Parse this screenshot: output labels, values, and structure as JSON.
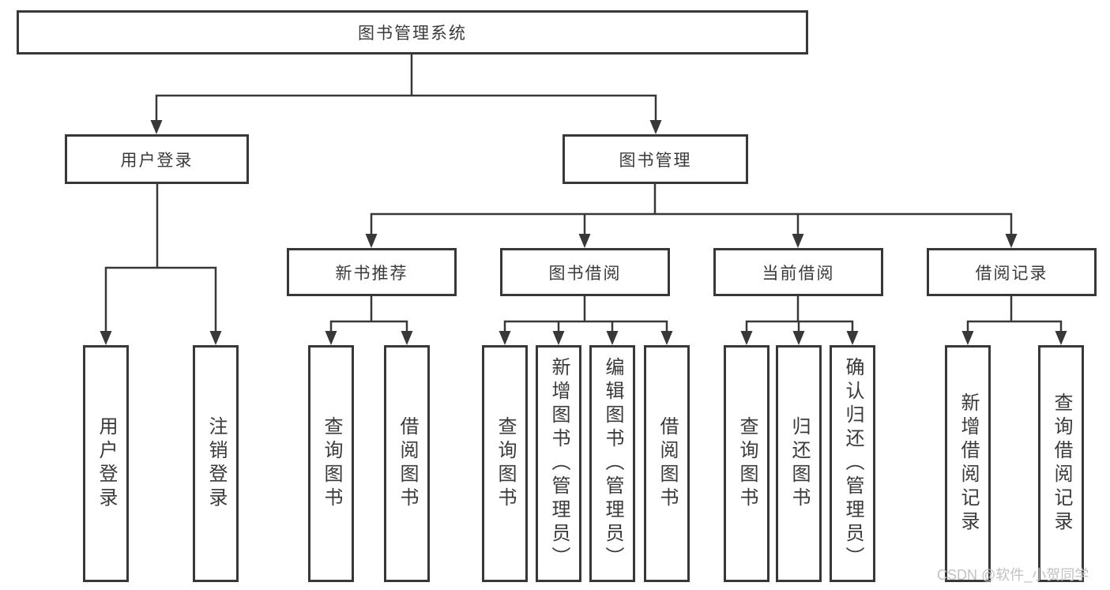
{
  "tree": {
    "label": "图书管理系统",
    "children": [
      {
        "label": "用户登录",
        "children": [
          {
            "label": "用户登录"
          },
          {
            "label": "注销登录"
          }
        ]
      },
      {
        "label": "图书管理",
        "children": [
          {
            "label": "新书推荐",
            "children": [
              {
                "label": "查询图书"
              },
              {
                "label": "借阅图书"
              }
            ]
          },
          {
            "label": "图书借阅",
            "children": [
              {
                "label": "查询图书"
              },
              {
                "label": "新增图书（管理员）"
              },
              {
                "label": "编辑图书（管理员）"
              },
              {
                "label": "借阅图书"
              }
            ]
          },
          {
            "label": "当前借阅",
            "children": [
              {
                "label": "查询图书"
              },
              {
                "label": "归还图书"
              },
              {
                "label": "确认归还（管理员）"
              }
            ]
          },
          {
            "label": "借阅记录",
            "children": [
              {
                "label": "新增借阅记录"
              },
              {
                "label": "查询借阅记录"
              }
            ]
          }
        ]
      }
    ]
  },
  "watermark": {
    "text": "CSDN @软件_小贺同学"
  },
  "colors": {
    "line": "#383838",
    "text": "#3a3a3a",
    "background": "#ffffff",
    "watermark": "#c2c2c2"
  }
}
